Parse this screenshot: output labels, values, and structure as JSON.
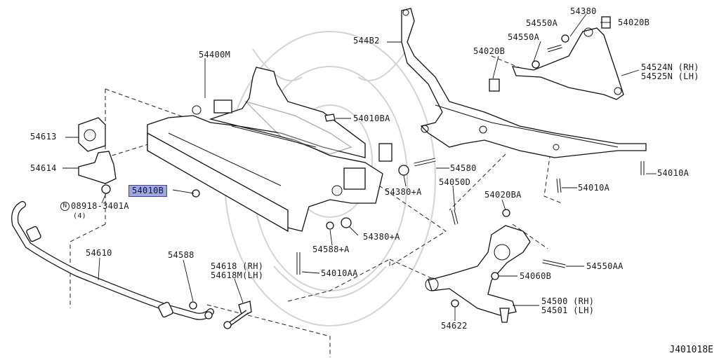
{
  "diagram": {
    "code": "J401018E",
    "highlight_color": "#9fa8dc",
    "labels": {
      "l_54400M": "54400M",
      "l_544B2": "544B2",
      "l_54380": "54380",
      "l_54550A_1": "54550A",
      "l_54020B_1": "54020B",
      "l_54020B_2": "54020B",
      "l_54550A_2": "54550A",
      "l_54524N": "54524N (RH)",
      "l_54525N": "54525N (LH)",
      "l_54613": "54613",
      "l_54010BA": "54010BA",
      "l_54614": "54614",
      "l_54580": "54580",
      "l_54010A_1": "54010A",
      "l_54050D": "54050D",
      "l_54380A_1": "54380+A",
      "l_54010A_2": "54010A",
      "l_54010B": "54010B",
      "l_nut_code": "08918-3401A",
      "l_nut_letter": "N",
      "l_nut_qty": "(4)",
      "l_54020BA": "54020BA",
      "l_54380A_2": "54380+A",
      "l_54610": "54610",
      "l_54588A": "54588+A",
      "l_54550AA": "54550AA",
      "l_54588": "54588",
      "l_54618": "54618 (RH)",
      "l_54618M": "54618M(LH)",
      "l_54010AA": "54010AA",
      "l_54060B": "54060B",
      "l_54500": "54500 (RH)",
      "l_54501": "54501 (LH)",
      "l_54622": "54622"
    }
  }
}
